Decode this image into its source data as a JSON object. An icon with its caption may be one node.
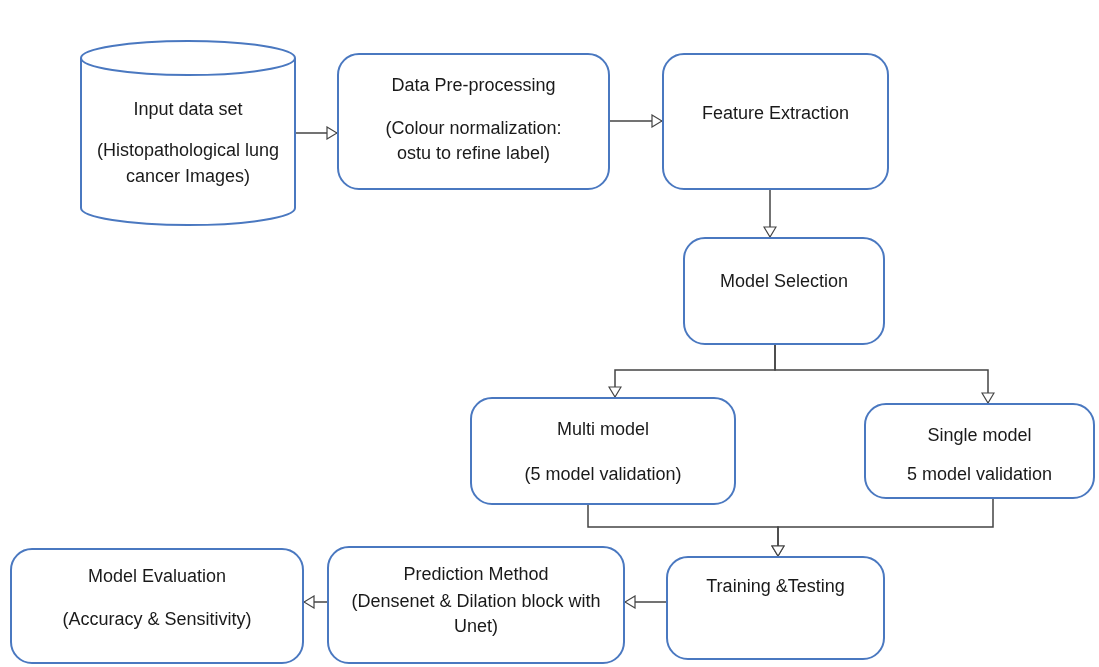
{
  "diagram": {
    "nodes": [
      {
        "text": [
          "Input data set",
          "(Histopathological lung cancer Images)"
        ]
      },
      {
        "text": [
          "Data Pre-processing",
          "(Colour normalization: ostu to refine label)"
        ]
      },
      {
        "text": [
          "Feature Extraction"
        ]
      },
      {
        "text": [
          "Model Selection"
        ]
      },
      {
        "text": [
          "Multi model",
          "(5 model validation)"
        ]
      },
      {
        "text": [
          "Single model",
          "5 model validation"
        ]
      },
      {
        "text": [
          "Training &Testing"
        ]
      },
      {
        "text": [
          "Prediction Method",
          "(Densenet & Dilation block with Unet)"
        ]
      },
      {
        "text": [
          "Model Evaluation",
          "(Accuracy & Sensitivity)"
        ]
      }
    ],
    "edges": [
      {
        "from": 0,
        "to": 1,
        "arrow": "to"
      },
      {
        "from": 1,
        "to": 2,
        "arrow": "to"
      },
      {
        "from": 2,
        "to": 3,
        "arrow": "to"
      },
      {
        "from": 3,
        "to": 4,
        "arrow": "to"
      },
      {
        "from": 3,
        "to": 5,
        "arrow": "to"
      },
      {
        "from": 4,
        "to": 6,
        "arrow": "to"
      },
      {
        "from": 5,
        "to": 6,
        "arrow": "to"
      },
      {
        "from": 6,
        "to": 7,
        "arrow": "to"
      },
      {
        "from": 7,
        "to": 8,
        "arrow": "to"
      }
    ]
  }
}
